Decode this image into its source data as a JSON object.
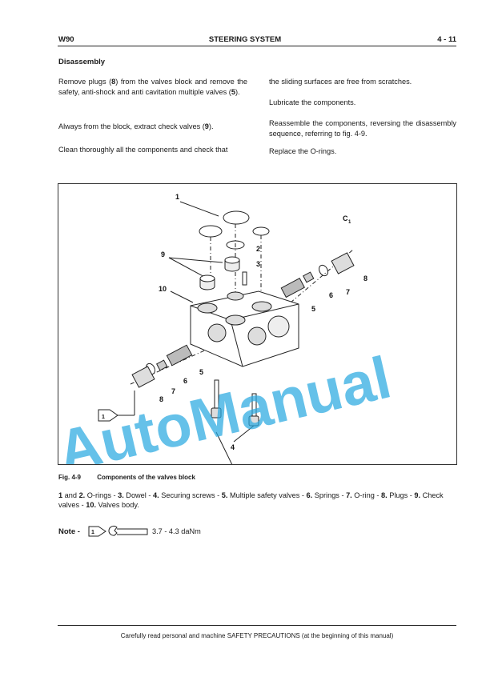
{
  "header": {
    "left": "W90",
    "center": "STEERING SYSTEM",
    "right": "4 - 11"
  },
  "section_title": "Disassembly",
  "col1": {
    "p1_a": "Remove plugs (",
    "p1_b": "8",
    "p1_c": ") from the valves block and remove the safety, anti-shock and anti cavitation multiple valves (",
    "p1_d": "5",
    "p1_e": ").",
    "p2_a": "Always from the block, extract check valves (",
    "p2_b": "9",
    "p2_c": ").",
    "p3": "Clean thoroughly all the components and check that"
  },
  "col2": {
    "p1": "the sliding surfaces are free from scratches.",
    "p2": "Lubricate the components.",
    "p3": "Reassemble the components, reversing the disassembly sequence, referring to fig. 4-9.",
    "p4": "Replace the O-rings."
  },
  "figure": {
    "labels": {
      "l1": "1",
      "l2": "2",
      "l3": "3",
      "l4": "4",
      "l5a": "5",
      "l5b": "5",
      "l6a": "6",
      "l6b": "6",
      "l7a": "7",
      "l7b": "7",
      "l8a": "8",
      "l8b": "8",
      "l9": "9",
      "l10": "10",
      "c": "C",
      "c_sub": "1",
      "ref": "1"
    },
    "watermark": "AutoManual"
  },
  "caption": {
    "number": "Fig. 4-9",
    "text": "Components of the valves block"
  },
  "legend": {
    "n1": "1",
    "and": " and ",
    "n2": "2.",
    "t2": " O-rings - ",
    "n3": "3.",
    "t3": " Dowel - ",
    "n4": "4.",
    "t4": " Securing screws - ",
    "n5": "5.",
    "t5": " Multiple safety valves - ",
    "n6": "6.",
    "t6": " Springs - ",
    "n7": "7.",
    "t7": " O-ring - ",
    "n8": "8.",
    "t8": " Plugs - ",
    "n9": "9.",
    "t9": " Check valves - ",
    "n10": "10.",
    "t10": " Valves body."
  },
  "note": {
    "label": "Note -",
    "ref": "1",
    "torque": "3.7 - 4.3 daNm"
  },
  "footer": "Carefully read personal and machine SAFETY PRECAUTIONS (at the beginning of this manual)"
}
